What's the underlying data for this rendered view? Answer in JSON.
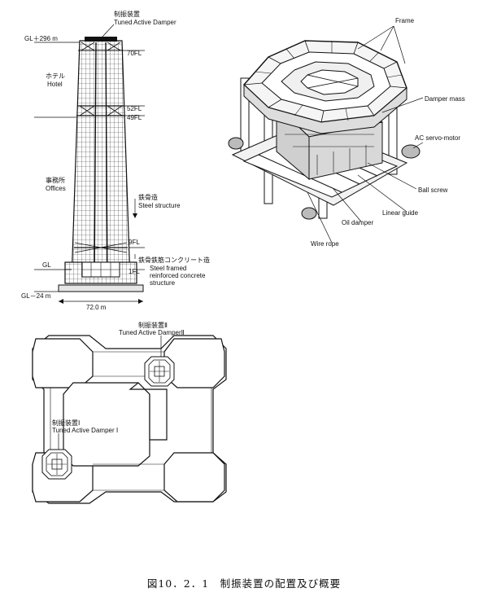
{
  "tower": {
    "top_level": "GL＋296 m",
    "damper_label_jp": "制振装置",
    "damper_label_en": "Tuned Active Damper",
    "floor_70": "70FL",
    "floor_52": "52FL",
    "floor_49": "49FL",
    "floor_9": "9FL",
    "floor_1": "1FL",
    "hotel_jp": "ホテル",
    "hotel_en": "Hotel",
    "offices_jp": "事務所",
    "offices_en": "Offices",
    "steel_jp": "鉄骨造",
    "steel_en": "Steel structure",
    "src_jp": "鉄骨鉄筋コンクリート造",
    "src_en1": "Steel framed",
    "src_en2": "reinforced concrete",
    "src_en3": "structure",
    "gl": "GL",
    "gl_minus": "GL－24 m",
    "width": "72.0 m"
  },
  "damper": {
    "frame": "Frame",
    "damper_mass": "Damper mass",
    "ac_servo": "AC servo-motor",
    "ball_screw": "Ball screw",
    "linear_guide": "Linear guide",
    "oil_damper": "Oil damper",
    "wire_rope": "Wire rope"
  },
  "plan": {
    "damper2_jp": "制振装置Ⅱ",
    "damper2_en": "Tuned Active DamperⅡ",
    "damper1_jp": "制振装置Ⅰ",
    "damper1_en": "Tuned Active Damper Ⅰ"
  },
  "caption": "図10．2．1　制振装置の配置及び概要"
}
